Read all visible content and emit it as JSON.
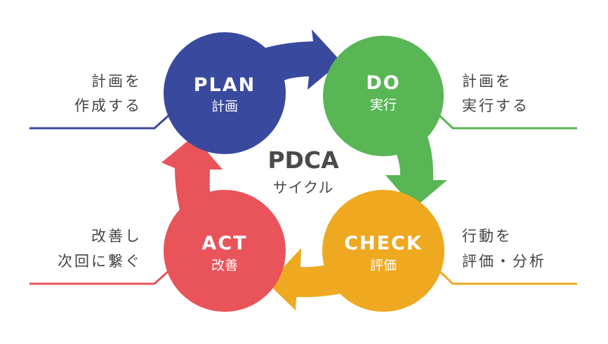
{
  "colors": {
    "plan": "#394a9e",
    "do": "#58b654",
    "check": "#eea921",
    "act": "#e9535a",
    "text": "#444444"
  },
  "center": {
    "title": "PDCA",
    "subtitle": "サイクル"
  },
  "stages": {
    "plan": {
      "title": "PLAN",
      "sub": "計画",
      "desc": [
        "計画を",
        "作成する"
      ]
    },
    "do": {
      "title": "DO",
      "sub": "実行",
      "desc": [
        "計画を",
        "実行する"
      ]
    },
    "check": {
      "title": "CHECK",
      "sub": "評価",
      "desc": [
        "行動を",
        "評価・分析"
      ]
    },
    "act": {
      "title": "ACT",
      "sub": "改善",
      "desc": [
        "改善し",
        "次回に繋ぐ"
      ]
    }
  }
}
